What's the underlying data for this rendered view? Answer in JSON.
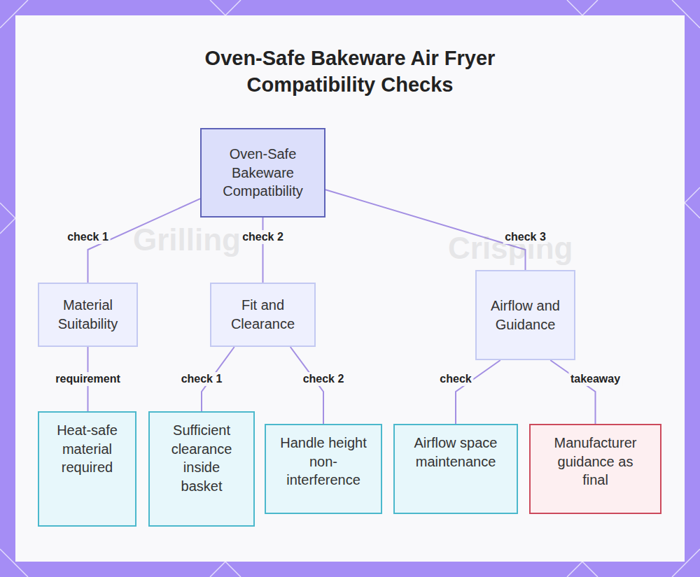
{
  "diagram": {
    "title": "Oven-Safe Bakeware Air Fryer Compatibility Checks",
    "nodes": [
      {
        "text": [
          "Oven-Safe Bakeware Compatibility"
        ]
      },
      {
        "text": [
          "Material Suitability"
        ]
      },
      {
        "text": [
          "Fit and Clearance"
        ]
      },
      {
        "text": [
          "Airflow and Guidance"
        ]
      },
      {
        "text": [
          "Heat-safe material required"
        ]
      },
      {
        "text": [
          "Sufficient clearance inside basket"
        ]
      },
      {
        "text": [
          "Handle height non-interference"
        ]
      },
      {
        "text": [
          "Airflow space maintenance"
        ]
      },
      {
        "text": [
          "Manufacturer guidance as final"
        ]
      }
    ],
    "edges": [
      {
        "from": 0,
        "to": 1,
        "arrow": "none",
        "label": "check 1"
      },
      {
        "from": 0,
        "to": 2,
        "arrow": "none",
        "label": "check 2"
      },
      {
        "from": 0,
        "to": 3,
        "arrow": "none",
        "label": "check 3"
      },
      {
        "from": 1,
        "to": 4,
        "arrow": "none",
        "label": "requirement"
      },
      {
        "from": 2,
        "to": 5,
        "arrow": "none",
        "label": "check 1"
      },
      {
        "from": 2,
        "to": 6,
        "arrow": "none",
        "label": "check 2"
      },
      {
        "from": 3,
        "to": 7,
        "arrow": "none",
        "label": "check"
      },
      {
        "from": 3,
        "to": 8,
        "arrow": "none",
        "label": "takeaway"
      }
    ],
    "labels": [
      "Grilling",
      "Crisping"
    ]
  }
}
